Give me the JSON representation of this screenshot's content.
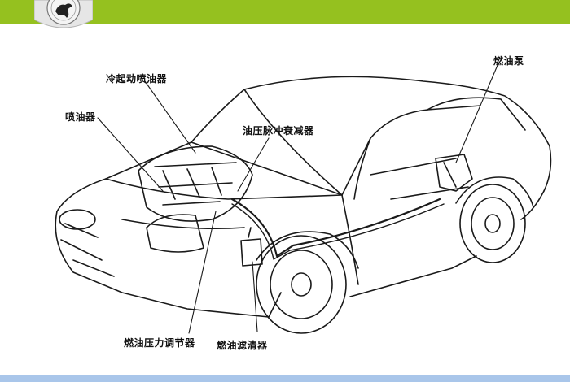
{
  "colors": {
    "top_bar": "#95c11f",
    "bottom_bar": "#a9c6ea",
    "line": "#1a1a1a",
    "logo_bg": "#e9e9e9"
  },
  "logo": {
    "icon": "horse-emblem-icon"
  },
  "labels": {
    "cold_start_injector": "冷起动喷油器",
    "injector": "喷油器",
    "pulsation_damper": "油压脉冲衰减器",
    "fuel_pump": "燃油泵",
    "pressure_regulator": "燃油压力调节器",
    "fuel_filter": "燃油滤清器"
  }
}
